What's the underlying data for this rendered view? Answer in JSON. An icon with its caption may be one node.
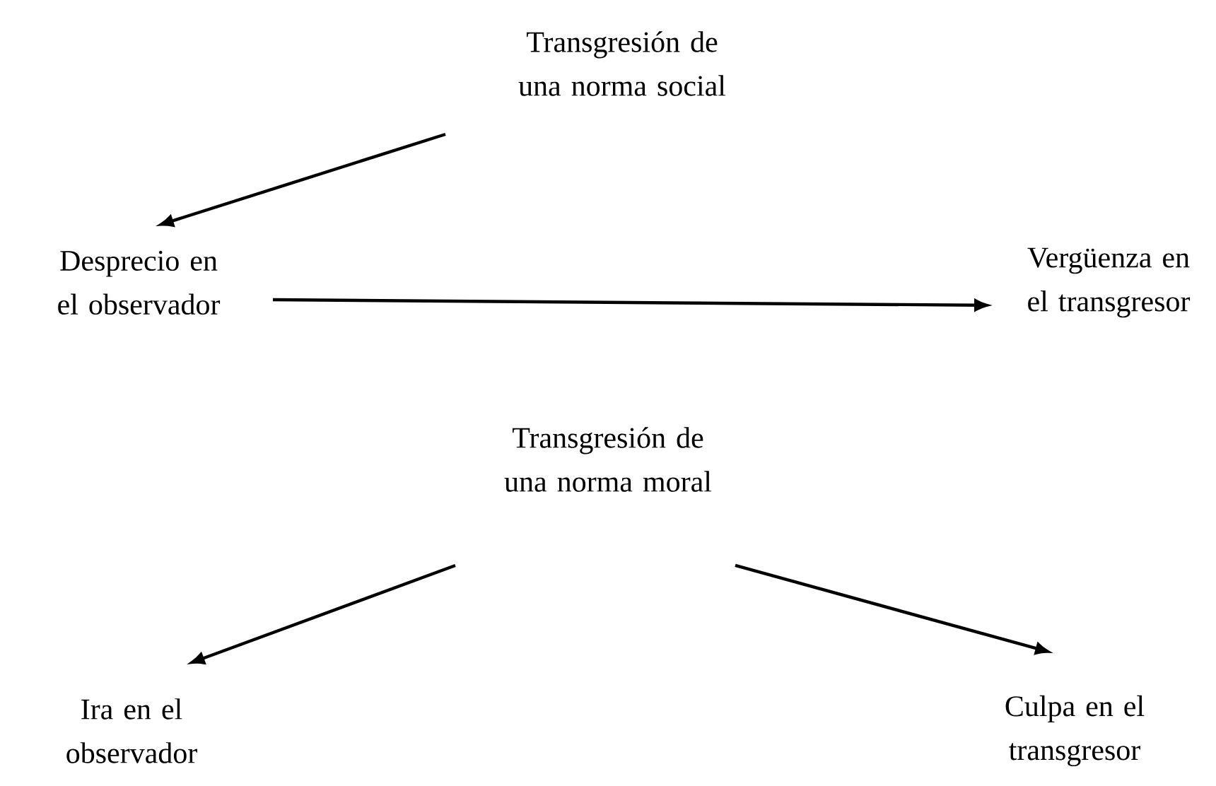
{
  "diagram": {
    "nodes": [
      {
        "text": [
          "Transgresión de una norma social"
        ]
      },
      {
        "text": [
          "Desprecio en el observador"
        ]
      },
      {
        "text": [
          "Vergüenza en el transgresor"
        ]
      },
      {
        "text": [
          "Transgresión de una norma moral"
        ]
      },
      {
        "text": [
          "Ira en el observador"
        ]
      },
      {
        "text": [
          "Culpa en el transgresor"
        ]
      }
    ],
    "edges": [
      {
        "from": 0,
        "to": 1,
        "arrow": "to"
      },
      {
        "from": 1,
        "to": 2,
        "arrow": "to"
      },
      {
        "from": 3,
        "to": 4,
        "arrow": "to"
      },
      {
        "from": 3,
        "to": 5,
        "arrow": "to"
      }
    ]
  }
}
